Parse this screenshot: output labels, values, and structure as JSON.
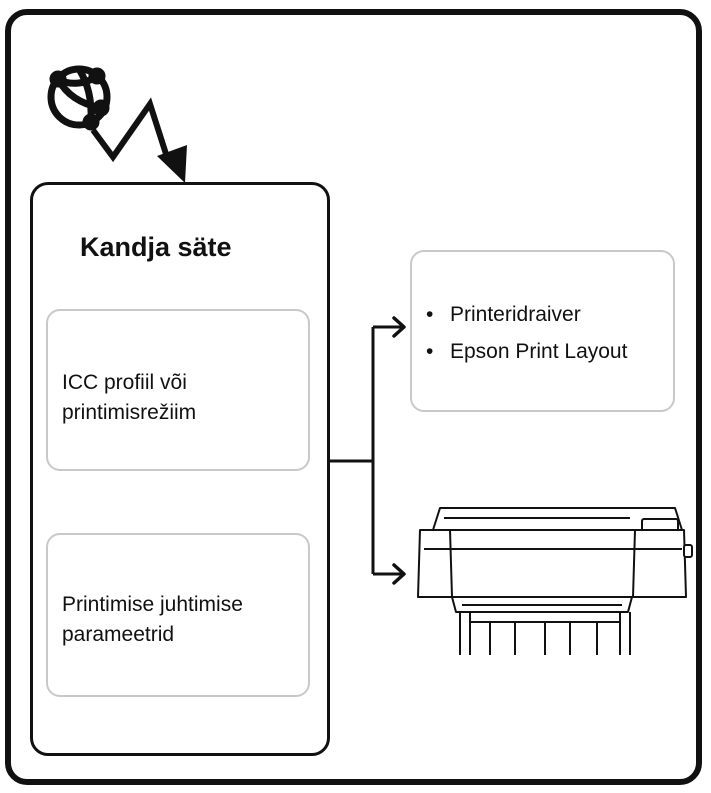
{
  "panel": {
    "title": "Kandja säte",
    "boxes": [
      {
        "line1": "ICC profiil või",
        "line2": "printimisrežiim"
      },
      {
        "line1": "Printimise juhtimise",
        "line2": "parameetrid"
      }
    ]
  },
  "targets": {
    "software": [
      "Printeridraiver",
      "Epson Print Layout"
    ]
  },
  "icons": {
    "network": "globe-network-icon",
    "download": "zigzag-arrow-icon",
    "printer": "large-format-printer-icon"
  },
  "colors": {
    "stroke": "#111111",
    "box_border": "#c9c9c9",
    "background": "#ffffff"
  }
}
